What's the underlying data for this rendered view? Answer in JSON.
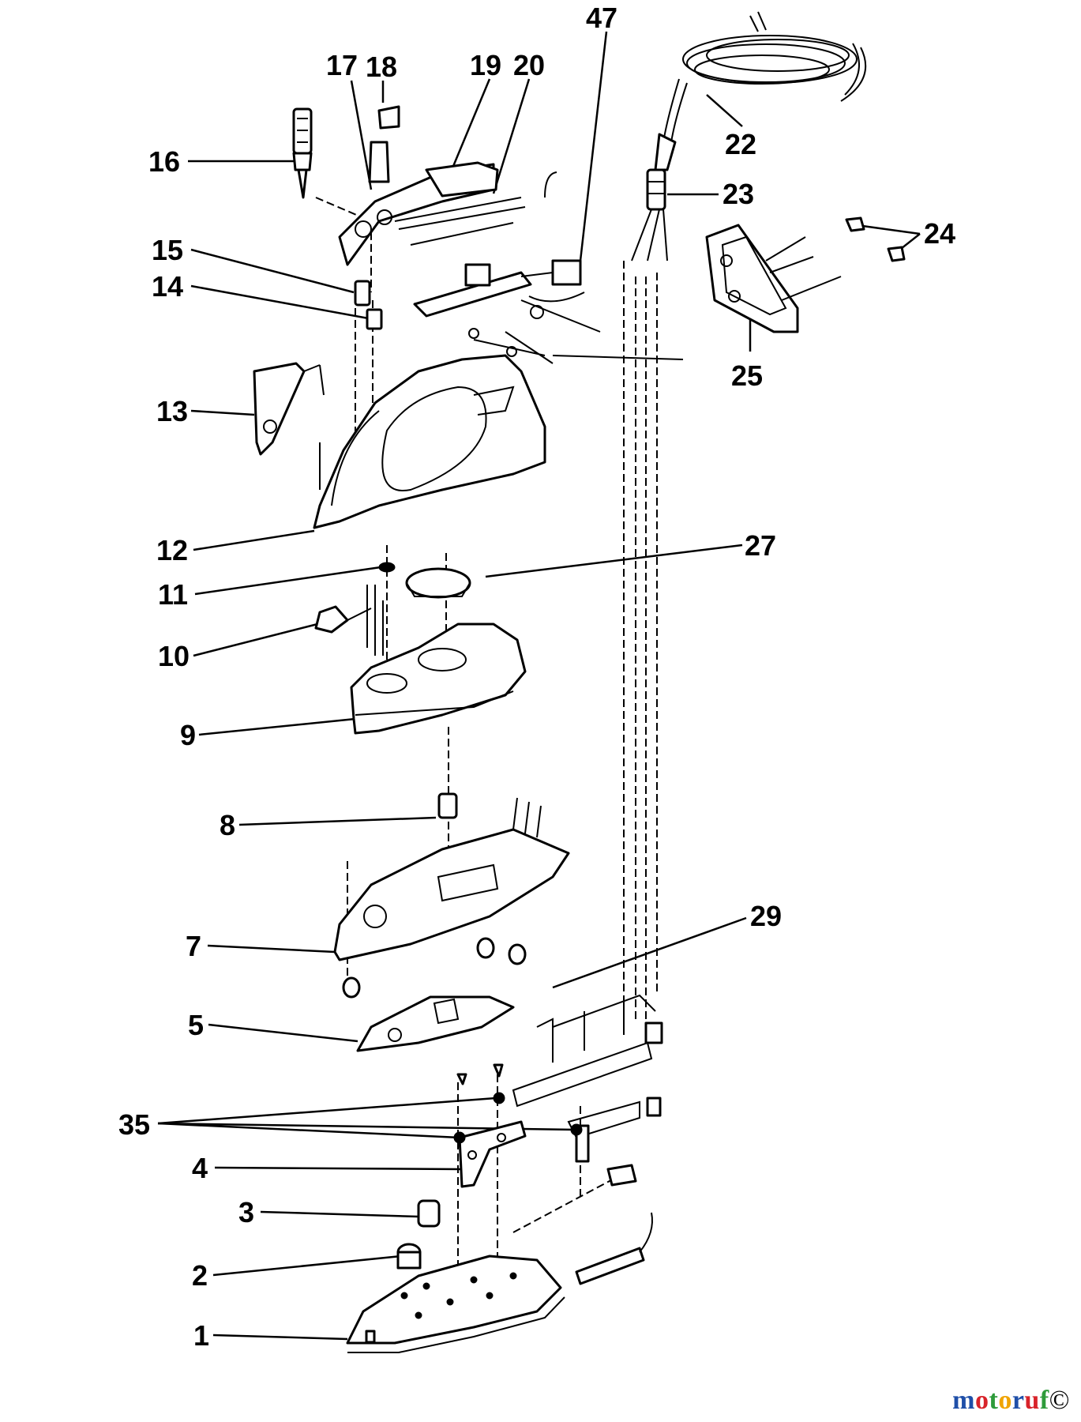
{
  "labels": [
    "1",
    "2",
    "3",
    "4",
    "5",
    "7",
    "8",
    "9",
    "10",
    "11",
    "12",
    "13",
    "14",
    "15",
    "16",
    "17",
    "18",
    "19",
    "20",
    "22",
    "23",
    "24",
    "25",
    "27",
    "29",
    "35",
    "47"
  ],
  "watermark": {
    "letters": [
      "m",
      "o",
      "t",
      "o",
      "r",
      "u",
      "f"
    ],
    "colors": [
      "#1f4fa8",
      "#d8232a",
      "#2e9b3a",
      "#f0a400",
      "#1f4fa8",
      "#d8232a",
      "#2e9b3a"
    ],
    "mark": "©"
  }
}
